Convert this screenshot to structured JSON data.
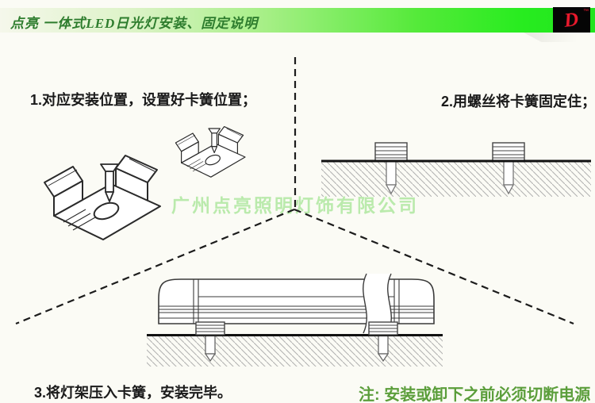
{
  "header": {
    "title": "点亮  一体式LED日光灯安装、固定说明",
    "logo_letter": "D",
    "logo_tm": "™"
  },
  "steps": [
    {
      "id": 1,
      "label": "1.对应安装位置，设置好卡簧位置；"
    },
    {
      "id": 2,
      "label": "2.用螺丝将卡簧固定住；"
    },
    {
      "id": 3,
      "label": "3.将灯架压入卡簧，安装完毕。"
    }
  ],
  "note": {
    "text": "注: 安装或卸下之前必须切断电源"
  },
  "watermark": {
    "text": "广州点亮照明灯饰有限公司"
  },
  "figures": [
    {
      "name": "spring-clips-isometric"
    },
    {
      "name": "clips-screwed-to-surface"
    },
    {
      "name": "lamp-pressed-into-clips"
    }
  ],
  "colors": {
    "header_gradient_end": "#24ec1e",
    "header_text_green": "#2e7d2e",
    "note_green": "#5b9e3b",
    "watermark_green": "#b3e9a5",
    "logo_red": "#e8192c",
    "logo_bg": "#050505",
    "line_dark": "#1c1c1c",
    "hatch_gray": "#b0b0b0"
  }
}
